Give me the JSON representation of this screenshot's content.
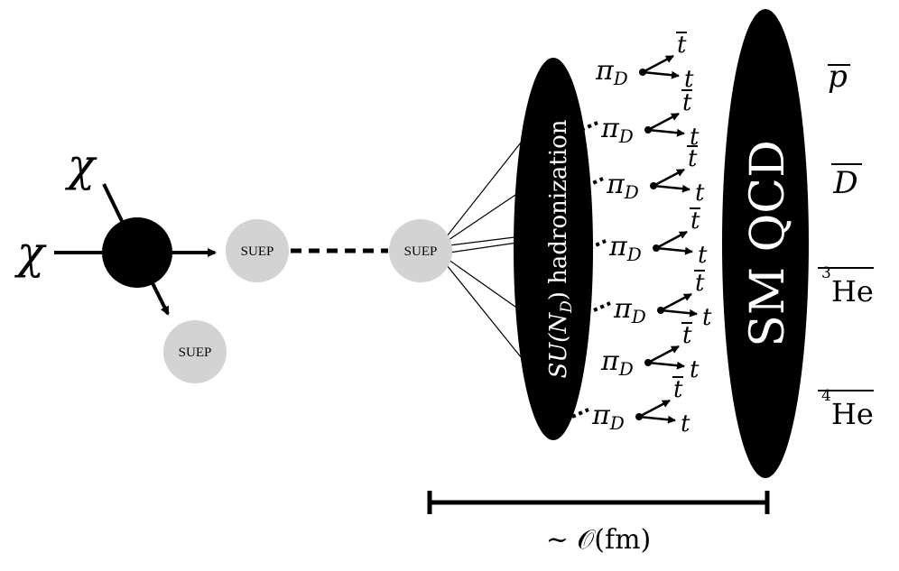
{
  "initial": {
    "chi_top": "χ",
    "chi_left": "χ",
    "suep_bottom": "SUEP"
  },
  "suep_mid": "SUEP",
  "suep_right": "SUEP",
  "hadronization": {
    "prefix": "SU(N",
    "subscript": "D",
    "suffix": ") hadronization"
  },
  "pion_decay": {
    "pion": "π",
    "pion_sub": "D",
    "top_bar": "t",
    "top": "t"
  },
  "sm_qcd": "SM QCD",
  "products": [
    {
      "sup": "",
      "text": "p"
    },
    {
      "sup": "",
      "text": "D"
    },
    {
      "sup": "3",
      "text": "He"
    },
    {
      "sup": "4",
      "text": "He"
    }
  ],
  "scale_label": "~ 𝒪(fm)",
  "colors": {
    "ink": "#000000",
    "suep_fill": "#d3d3d3",
    "ellipse_text": "#ffffff"
  }
}
